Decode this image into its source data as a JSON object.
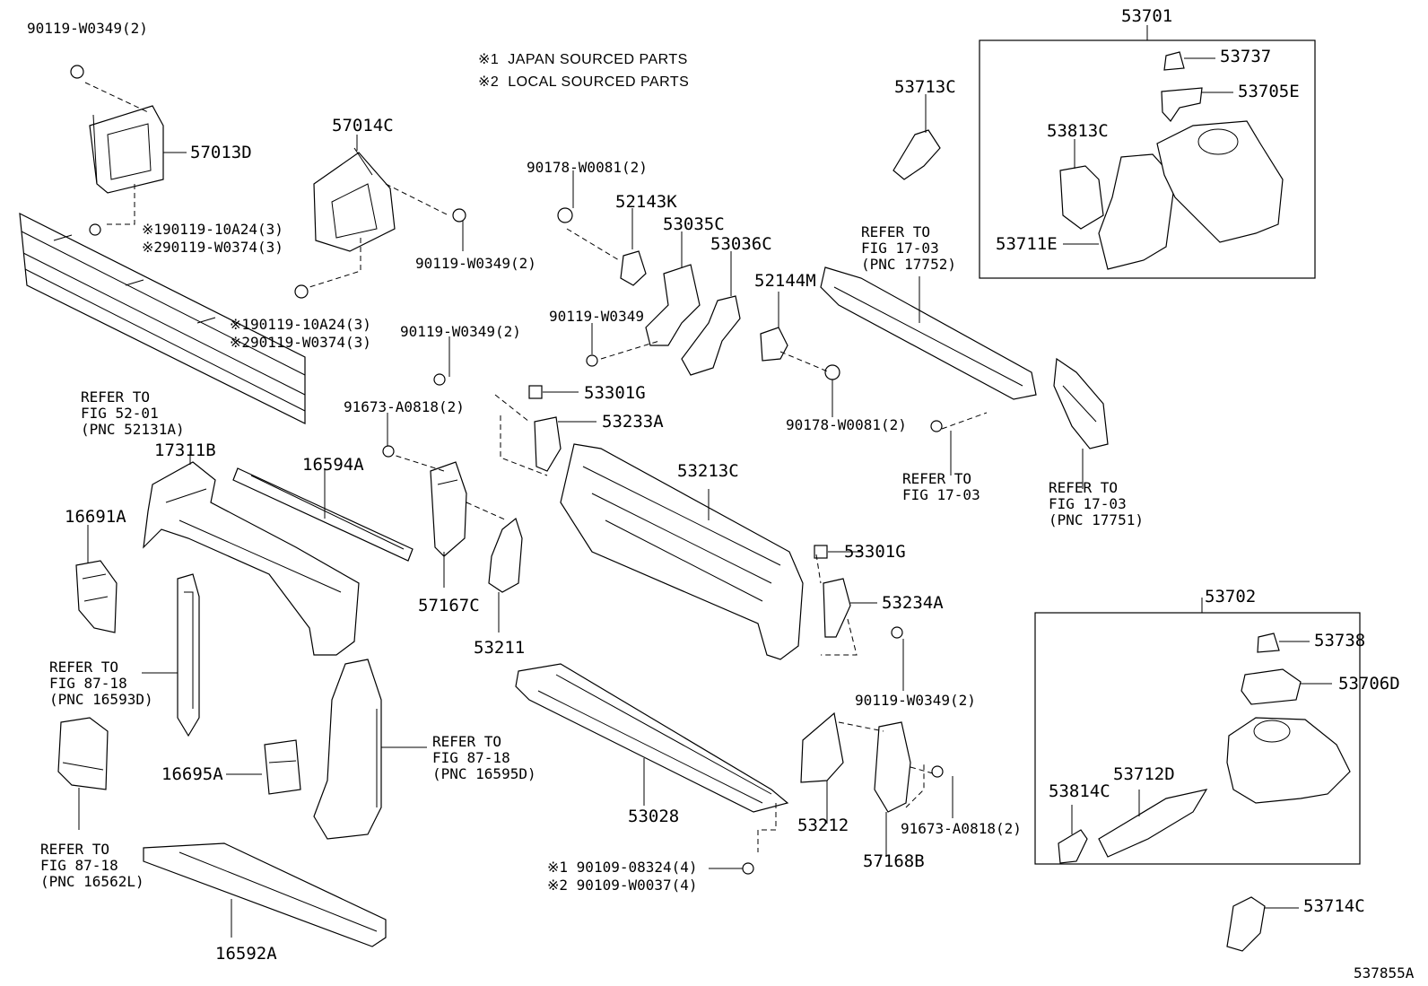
{
  "notes": {
    "japan": "※1  JAPAN SOURCED PARTS",
    "local": "※2  LOCAL SOURCED PARTS"
  },
  "labels": [
    {
      "id": "l_90119_w0349_2_a",
      "text": "90119-W0349(2)"
    },
    {
      "id": "l_57013d",
      "text": "57013D"
    },
    {
      "id": "l_bolt_a_1",
      "text": "※190119-10A24(3)"
    },
    {
      "id": "l_bolt_a_2",
      "text": "※290119-W0374(3)"
    },
    {
      "id": "l_57014c",
      "text": "57014C"
    },
    {
      "id": "l_90119_w0349_2_b",
      "text": "90119-W0349(2)"
    },
    {
      "id": "l_bolt_b_1",
      "text": "※190119-10A24(3)"
    },
    {
      "id": "l_bolt_b_2",
      "text": "※290119-W0374(3)"
    },
    {
      "id": "l_ref_52",
      "text": "REFER TO\nFIG 52-01\n(PNC 52131A)"
    },
    {
      "id": "l_17311b",
      "text": "17311B"
    },
    {
      "id": "l_16594a",
      "text": "16594A"
    },
    {
      "id": "l_16691a",
      "text": "16691A"
    },
    {
      "id": "l_ref_87_a",
      "text": "REFER TO\nFIG 87-18\n(PNC 16593D)"
    },
    {
      "id": "l_ref_87_b",
      "text": "REFER TO\nFIG 87-18\n(PNC 16562L)"
    },
    {
      "id": "l_16695a",
      "text": "16695A"
    },
    {
      "id": "l_ref_87_c",
      "text": "REFER TO\nFIG 87-18\n(PNC 16595D)"
    },
    {
      "id": "l_16592a",
      "text": "16592A"
    },
    {
      "id": "l_90119_w0349_2_c",
      "text": "90119-W0349(2)"
    },
    {
      "id": "l_91673_a",
      "text": "91673-A0818(2)"
    },
    {
      "id": "l_57167c",
      "text": "57167C"
    },
    {
      "id": "l_53211",
      "text": "53211"
    },
    {
      "id": "l_90178_a",
      "text": "90178-W0081(2)"
    },
    {
      "id": "l_52143k",
      "text": "52143K"
    },
    {
      "id": "l_53035c",
      "text": "53035C"
    },
    {
      "id": "l_53036c",
      "text": "53036C"
    },
    {
      "id": "l_90119_w0349",
      "text": "90119-W0349"
    },
    {
      "id": "l_53301g_a",
      "text": "53301G"
    },
    {
      "id": "l_53233a",
      "text": "53233A"
    },
    {
      "id": "l_53213c",
      "text": "53213C"
    },
    {
      "id": "l_52144m",
      "text": "52144M"
    },
    {
      "id": "l_90178_b",
      "text": "90178-W0081(2)"
    },
    {
      "id": "l_53713c",
      "text": "53713C"
    },
    {
      "id": "l_ref_17_752",
      "text": "REFER TO\nFIG 17-03\n(PNC 17752)"
    },
    {
      "id": "l_ref_17",
      "text": "REFER TO\nFIG 17-03"
    },
    {
      "id": "l_ref_17_751",
      "text": "REFER TO\nFIG 17-03\n(PNC 17751)"
    },
    {
      "id": "l_53301g_b",
      "text": "53301G"
    },
    {
      "id": "l_53234a",
      "text": "53234A"
    },
    {
      "id": "l_90119_w0349_2_d",
      "text": "90119-W0349(2)"
    },
    {
      "id": "l_53028",
      "text": "53028"
    },
    {
      "id": "l_bolt_c_1",
      "text": "※1 90109-08324(4)"
    },
    {
      "id": "l_bolt_c_2",
      "text": "※2 90109-W0037(4)"
    },
    {
      "id": "l_53212",
      "text": "53212"
    },
    {
      "id": "l_57168b",
      "text": "57168B"
    },
    {
      "id": "l_91673_b",
      "text": "91673-A0818(2)"
    },
    {
      "id": "l_53701",
      "text": "53701"
    },
    {
      "id": "l_53737",
      "text": "53737"
    },
    {
      "id": "l_53705e",
      "text": "53705E"
    },
    {
      "id": "l_53813c",
      "text": "53813C"
    },
    {
      "id": "l_53711e",
      "text": "53711E"
    },
    {
      "id": "l_53702",
      "text": "53702"
    },
    {
      "id": "l_53738",
      "text": "53738"
    },
    {
      "id": "l_53706d",
      "text": "53706D"
    },
    {
      "id": "l_53814c",
      "text": "53814C"
    },
    {
      "id": "l_53712d",
      "text": "53712D"
    },
    {
      "id": "l_53714c",
      "text": "53714C"
    },
    {
      "id": "l_ref_id",
      "text": "537855A"
    }
  ]
}
